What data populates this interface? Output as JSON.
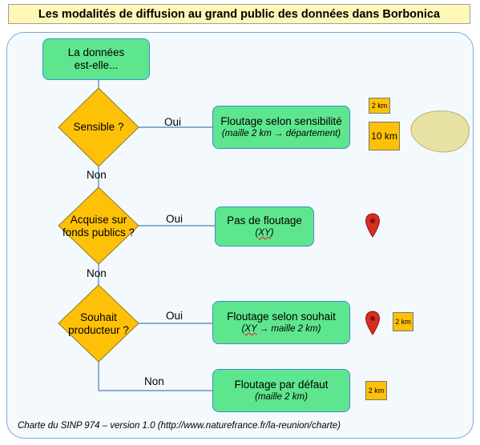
{
  "title": "Les modalités de diffusion au grand public des données dans Borbonica",
  "start_node": {
    "line1": "La données",
    "line2": "est-elle..."
  },
  "decisions": [
    {
      "line1": "Sensible ?",
      "line2": ""
    },
    {
      "line1": "Acquise sur",
      "line2": "fonds publics ?"
    },
    {
      "line1": "Souhait",
      "line2": "producteur ?"
    }
  ],
  "edge_labels": {
    "oui": "Oui",
    "non": "Non"
  },
  "outcomes": [
    {
      "main": "Floutage selon sensibilité",
      "sub": "(maille 2 km → département)"
    },
    {
      "main": "Pas de floutage",
      "sub_xy": "XY"
    },
    {
      "main": "Floutage selon souhait",
      "sub_xy": "XY",
      "sub_rest": " → maille 2 km)"
    },
    {
      "main": "Floutage par défaut",
      "sub": "(maille 2 km)"
    }
  ],
  "badges": {
    "small": "2 km",
    "large": "10 km"
  },
  "footer": "Charte du SINP 974 – version 1.0 (http://www.naturefrance.fr/la-reunion/charte)",
  "colors": {
    "diamond": "#ffc107",
    "box": "#5ee68f",
    "box_border": "#3b8ec9",
    "island": "#e8e1a4",
    "pin": "#d62d20"
  },
  "icons": [
    "reunion-island-map-icon",
    "map-pin-icon"
  ]
}
